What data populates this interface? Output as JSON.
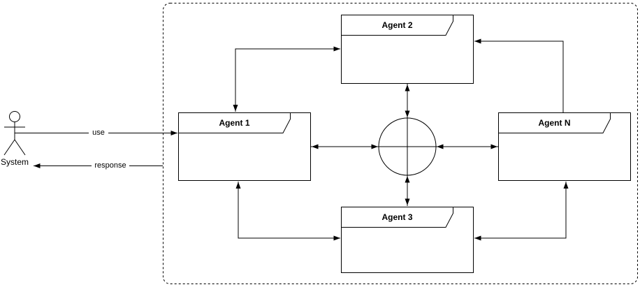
{
  "diagram": {
    "actor": {
      "label": "System"
    },
    "edge_labels": {
      "use": "use",
      "response": "response"
    },
    "agents": [
      {
        "label": "Agent 1"
      },
      {
        "label": "Agent 2"
      },
      {
        "label": "Agent 3"
      },
      {
        "label": "Agent N"
      }
    ],
    "hub": {
      "shape": "circle",
      "label": ""
    },
    "colors": {
      "stroke": "#000000",
      "node_fill": "#ffffff",
      "canvas": "#ffffff"
    }
  }
}
